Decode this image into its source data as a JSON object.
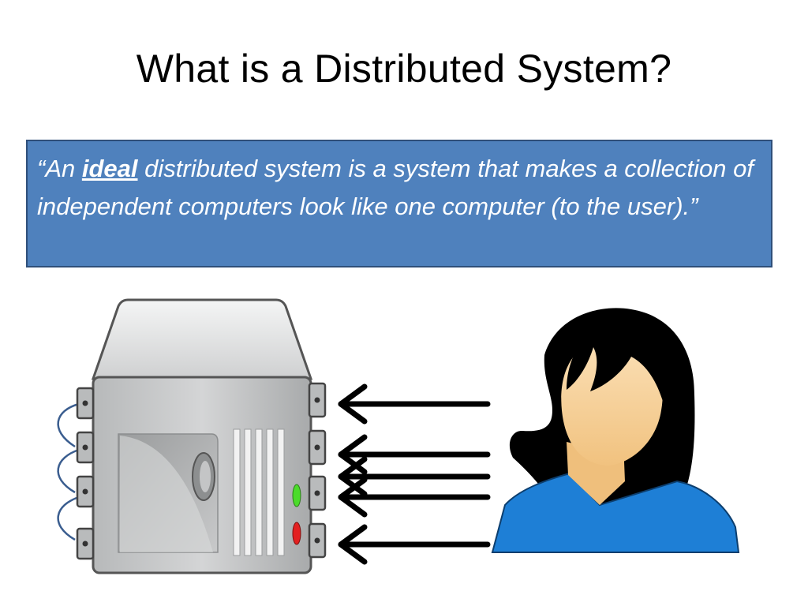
{
  "slide": {
    "title": "What is a Distributed System?"
  },
  "quote": {
    "open": "“An ",
    "emphasis": "ideal",
    "rest": " distributed system is a system that makes a collection of independent computers look like one computer (to the user).”"
  },
  "illustration": {
    "server_icon": "server-tower-icon",
    "user_icon": "woman-user-icon",
    "arrow_count": 5,
    "colors": {
      "box_fill": "#4f81bd",
      "server_body": "#c9cacb",
      "shirt": "#1e7fd6",
      "skin": "#f6cf9a",
      "hair": "#000000",
      "led_green": "#4bdc2a",
      "led_red": "#e32020",
      "cable": "#3a5d8f"
    }
  }
}
